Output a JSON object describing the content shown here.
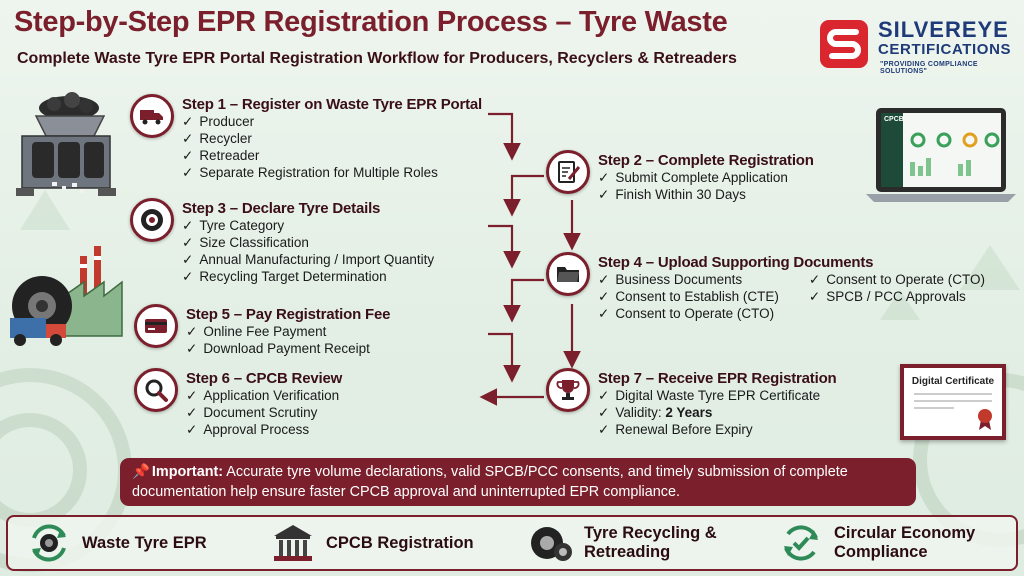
{
  "header": {
    "title": "Step-by-Step EPR Registration Process – Tyre Waste",
    "subtitle": "Complete Waste Tyre EPR Portal Registration Workflow for Producers, Recyclers & Retreaders"
  },
  "logo": {
    "name_line1": "SILVEREYE",
    "name_line2": "CERTIFICATIONS",
    "tagline": "\"PROVIDING COMPLIANCE SOLUTIONS\""
  },
  "steps": [
    {
      "title": "Step 1 – Register on Waste Tyre EPR Portal",
      "icon": "truck-icon",
      "items": [
        "Producer",
        "Recycler",
        "Retreader",
        "Separate Registration for Multiple Roles"
      ]
    },
    {
      "title": "Step 2 – Complete Registration",
      "icon": "form-icon",
      "items": [
        "Submit Complete Application",
        "Finish Within 30 Days"
      ]
    },
    {
      "title": "Step 3 – Declare Tyre Details",
      "icon": "tyre-icon",
      "items": [
        "Tyre Category",
        "Size Classification",
        "Annual Manufacturing / Import Quantity",
        "Recycling Target Determination"
      ]
    },
    {
      "title": "Step 4 – Upload Supporting Documents",
      "icon": "folder-icon",
      "items": [
        "Business Documents",
        "Consent to Establish (CTE)",
        "Consent to Operate (CTO)"
      ],
      "items2": [
        "Consent to Operate (CTO)",
        "SPCB / PCC Approvals"
      ]
    },
    {
      "title": "Step 5 – Pay Registration Fee",
      "icon": "card-icon",
      "items": [
        "Online Fee Payment",
        "Download Payment Receipt"
      ]
    },
    {
      "title": "Step 6 – CPCB Review",
      "icon": "magnifier-icon",
      "items": [
        "Application Verification",
        "Document Scrutiny",
        "Approval Process"
      ]
    },
    {
      "title": "Step 7 – Receive EPR Registration",
      "icon": "trophy-icon",
      "items": [
        "Digital Waste Tyre EPR Certificate",
        "Renewal Before Expiry"
      ],
      "validity_label": "Validity: ",
      "validity_value": "2 Years"
    }
  ],
  "laptop": {
    "brand": "CPCB"
  },
  "certificate": {
    "title": "Digital Certificate"
  },
  "important": {
    "label": "Important:",
    "text": " Accurate tyre volume declarations, valid SPCB/PCC consents, and timely submission of complete documentation help ensure faster CPCB approval and uninterrupted EPR compliance."
  },
  "footer": [
    {
      "label": "Waste Tyre EPR",
      "icon": "tyre-recycle-icon"
    },
    {
      "label": "CPCB Registration",
      "icon": "government-building-icon"
    },
    {
      "label": "Tyre Recycling & Retreading",
      "icon": "tyres-icon"
    },
    {
      "label": "Circular Economy Compliance",
      "icon": "circular-check-icon"
    }
  ],
  "colors": {
    "primary": "#7a1f2b",
    "brand_blue": "#1f3a78",
    "background": "#e3efe5"
  }
}
